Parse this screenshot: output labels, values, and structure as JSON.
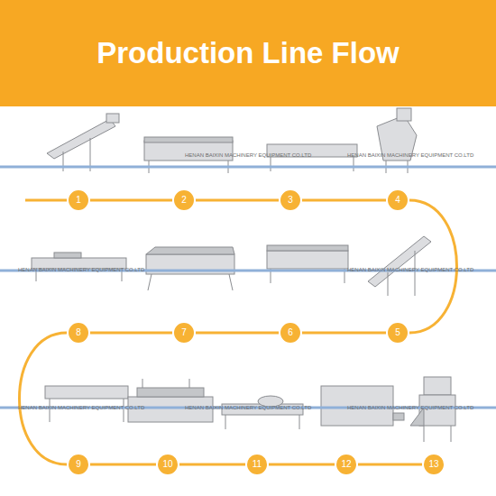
{
  "diagram": {
    "title": "Production Line Flow",
    "nodes": [
      {
        "text": [
          "1"
        ]
      },
      {
        "text": [
          "2"
        ]
      },
      {
        "text": [
          "3"
        ]
      },
      {
        "text": [
          "4"
        ]
      },
      {
        "text": [
          "5"
        ]
      },
      {
        "text": [
          "6"
        ]
      },
      {
        "text": [
          "7"
        ]
      },
      {
        "text": [
          "8"
        ]
      },
      {
        "text": [
          "9"
        ]
      },
      {
        "text": [
          "10"
        ]
      },
      {
        "text": [
          "11"
        ]
      },
      {
        "text": [
          "12"
        ]
      },
      {
        "text": [
          "13"
        ]
      }
    ],
    "edges": [
      {
        "from": 0,
        "to": 1,
        "arrow": "none"
      },
      {
        "from": 1,
        "to": 2,
        "arrow": "none"
      },
      {
        "from": 2,
        "to": 3,
        "arrow": "none"
      },
      {
        "from": 3,
        "to": 4,
        "arrow": "none"
      },
      {
        "from": 4,
        "to": 5,
        "arrow": "none"
      },
      {
        "from": 5,
        "to": 6,
        "arrow": "none"
      },
      {
        "from": 6,
        "to": 7,
        "arrow": "none"
      },
      {
        "from": 7,
        "to": 8,
        "arrow": "none"
      },
      {
        "from": 8,
        "to": 9,
        "arrow": "none"
      },
      {
        "from": 9,
        "to": 10,
        "arrow": "none"
      },
      {
        "from": 10,
        "to": 11,
        "arrow": "none"
      },
      {
        "from": 11,
        "to": 12,
        "arrow": "none"
      }
    ],
    "labels": [
      "HENAN BAIXIN MACHINERY EQUIPMENT CO.LTD",
      "HENAN BAIXIN MACHINERY EQUIPMENT CO.LTD",
      "HENAN BAIXIN MACHINERY EQUIPMENT CO.LTD",
      "HENAN BAIXIN MACHINERY EQUIPMENT CO.LTD",
      "HENAN BAIXIN MACHINERY EQUIPMENT CO.LTD",
      "HENAN BAIXIN MACHINERY EQUIPMENT CO.LTD",
      "HENAN BAIXIN MACHINERY EQUIPMENT CO.LTD"
    ]
  }
}
